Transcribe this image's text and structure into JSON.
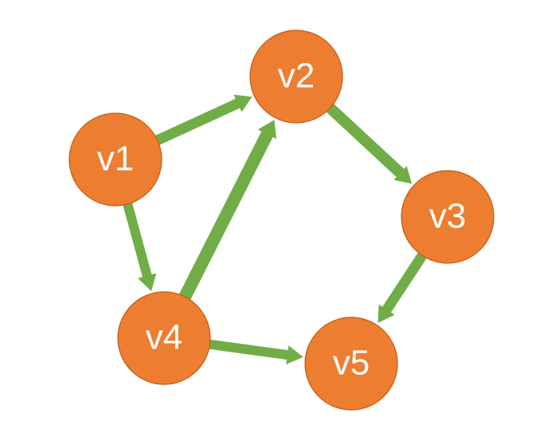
{
  "graph": {
    "node_color": "#ED7D31",
    "node_border_color": "#C55A11",
    "edge_color": "#70AD47",
    "label_color": "#FFFFFF",
    "nodes": [
      {
        "id": "v1",
        "label": "v1"
      },
      {
        "id": "v2",
        "label": "v2"
      },
      {
        "id": "v3",
        "label": "v3"
      },
      {
        "id": "v4",
        "label": "v4"
      },
      {
        "id": "v5",
        "label": "v5"
      }
    ],
    "edges": [
      {
        "from": "v1",
        "to": "v2"
      },
      {
        "from": "v1",
        "to": "v4"
      },
      {
        "from": "v4",
        "to": "v2"
      },
      {
        "from": "v2",
        "to": "v3"
      },
      {
        "from": "v3",
        "to": "v5"
      },
      {
        "from": "v4",
        "to": "v5"
      }
    ]
  }
}
